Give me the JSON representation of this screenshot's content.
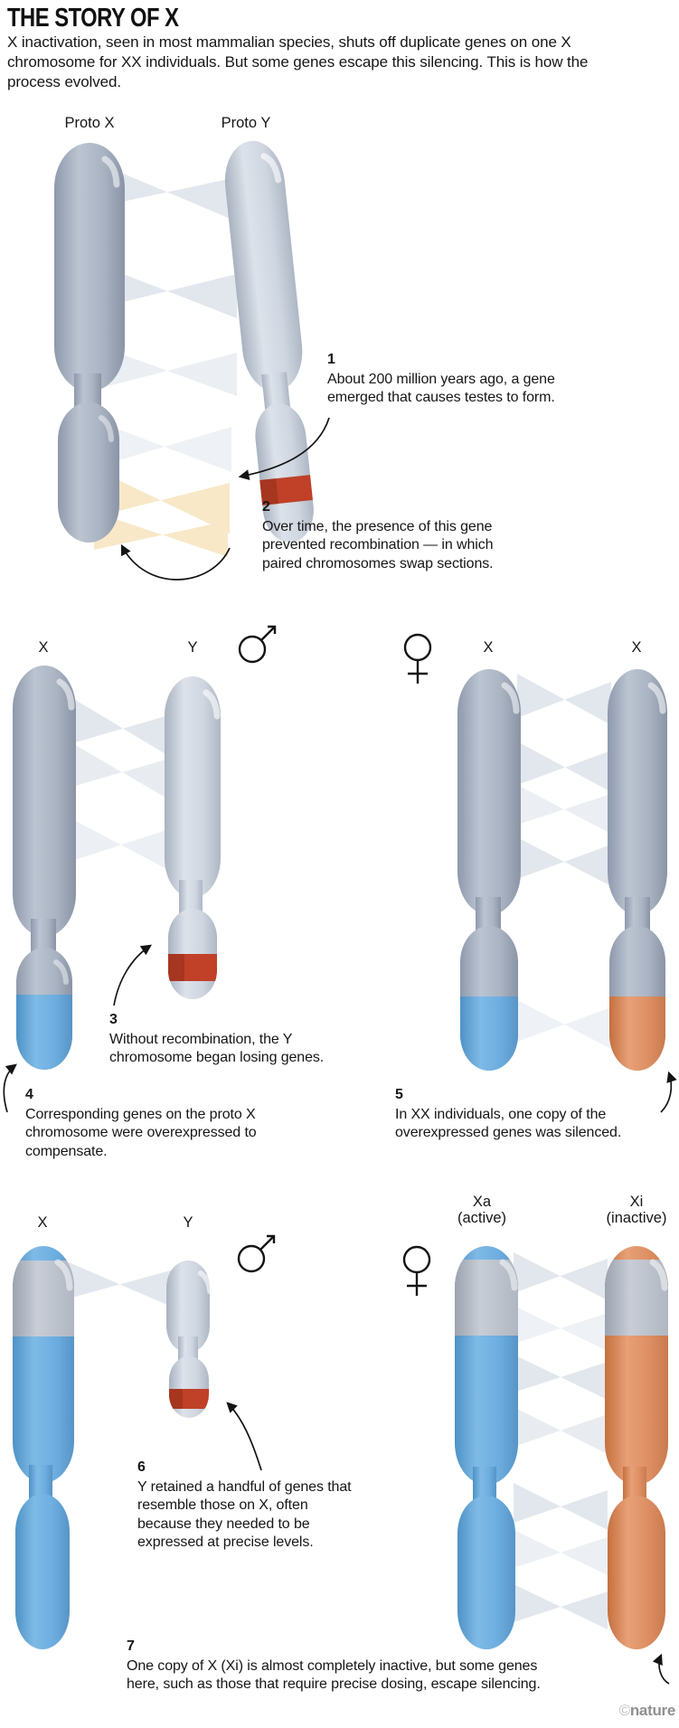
{
  "header": {
    "title": "THE STORY OF X",
    "intro": "X inactivation, seen in most mammalian species, shuts off duplicate genes on one X chromosome for XX individuals. But some genes escape this silencing. This is how the process evolved."
  },
  "panel1": {
    "label_left": "Proto X",
    "label_right": "Proto Y",
    "step1": {
      "num": "1",
      "text": "About 200 million years ago, a gene emerged that causes testes to form."
    },
    "step2": {
      "num": "2",
      "text": "Over time, the presence of this gene prevented recombination — in which paired chromosomes swap sections."
    }
  },
  "panel2": {
    "label_x": "X",
    "label_y": "Y",
    "label_x1": "X",
    "label_x2": "X",
    "step3": {
      "num": "3",
      "text": "Without recombination, the Y chromosome began losing genes."
    },
    "step4": {
      "num": "4",
      "text": "Corresponding genes on the proto X chromosome were overexpressed to compensate."
    },
    "step5": {
      "num": "5",
      "text": "In XX individuals, one copy of the overexpressed genes was silenced."
    }
  },
  "panel3": {
    "label_x": "X",
    "label_y": "Y",
    "label_xa": "Xa",
    "label_xa_sub": "(active)",
    "label_xi": "Xi",
    "label_xi_sub": "(inactive)",
    "step6": {
      "num": "6",
      "text": "Y retained a handful of genes that resemble those on X, often because they needed to be expressed at precise levels."
    },
    "step7": {
      "num": "7",
      "line1": "One copy of X (Xi) is almost completely inactive, but some genes",
      "line2": "here, such as those that require precise dosing, escape silencing."
    }
  },
  "credit": {
    "symbol": "©",
    "name": "nature"
  },
  "icons": {
    "male_symbol": "♂",
    "female_symbol": "♀"
  },
  "colors": {
    "chromosome_dark": "#a9b3c2",
    "chromosome_light": "#ccd4de",
    "active_blue": "#6aabdc",
    "inactive_orange": "#dd8f63",
    "gene_band_red": "#c04028",
    "recombination_gray": "#e2e7ee",
    "recombination_tan": "#f8e8c7",
    "text": "#161616"
  }
}
